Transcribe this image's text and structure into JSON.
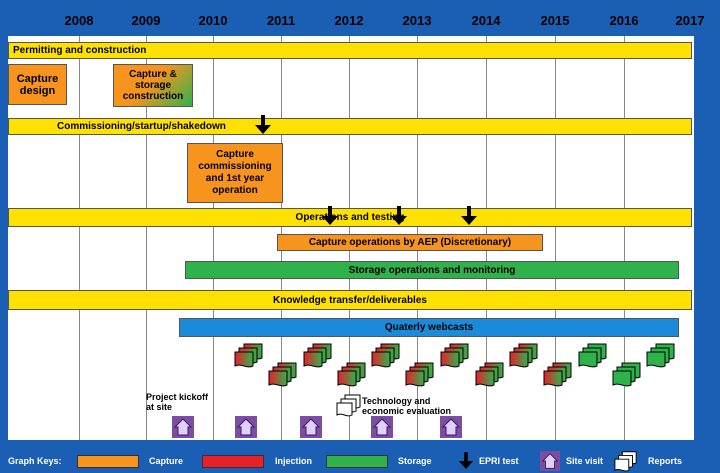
{
  "years": [
    "2008",
    "2009",
    "2010",
    "2011",
    "2012",
    "2013",
    "2014",
    "2015",
    "2016",
    "2017"
  ],
  "bars": {
    "permitting": "Permitting and construction",
    "capture_design": "Capture\ndesign",
    "capture_storage": "Capture &\nstorage\nconstruction",
    "commissioning": "Commissioning/startup/shakedown",
    "capture_commissioning": "Capture\ncommissioning\nand 1st year\noperation",
    "operations": "Operations and testing",
    "capture_ops_aep": "Capture operations by AEP (Discretionary)",
    "storage_ops": "Storage operations and monitoring",
    "knowledge": "Knowledge transfer/deliverables",
    "webcasts": "Quaterly webcasts"
  },
  "annotations": {
    "kickoff": "Project kickoff\nat site",
    "tech_eval": "Technology and\neconomic evaluation"
  },
  "keys": {
    "title": "Graph Keys:",
    "capture": "Capture",
    "injection": "Injection",
    "storage": "Storage",
    "epri": "EPRI test",
    "site_visit": "Site visit",
    "reports": "Reports"
  },
  "colors": {
    "background": "#1a5fb4",
    "yellow": "#ffe100",
    "orange": "#f7941d",
    "green": "#2fb24c",
    "blue": "#1b8ad8",
    "red": "#e8202a",
    "purple": "#7b4ea3"
  },
  "icons": [
    "down-arrow-icon",
    "report-stack-icon",
    "site-visit-house-icon"
  ]
}
